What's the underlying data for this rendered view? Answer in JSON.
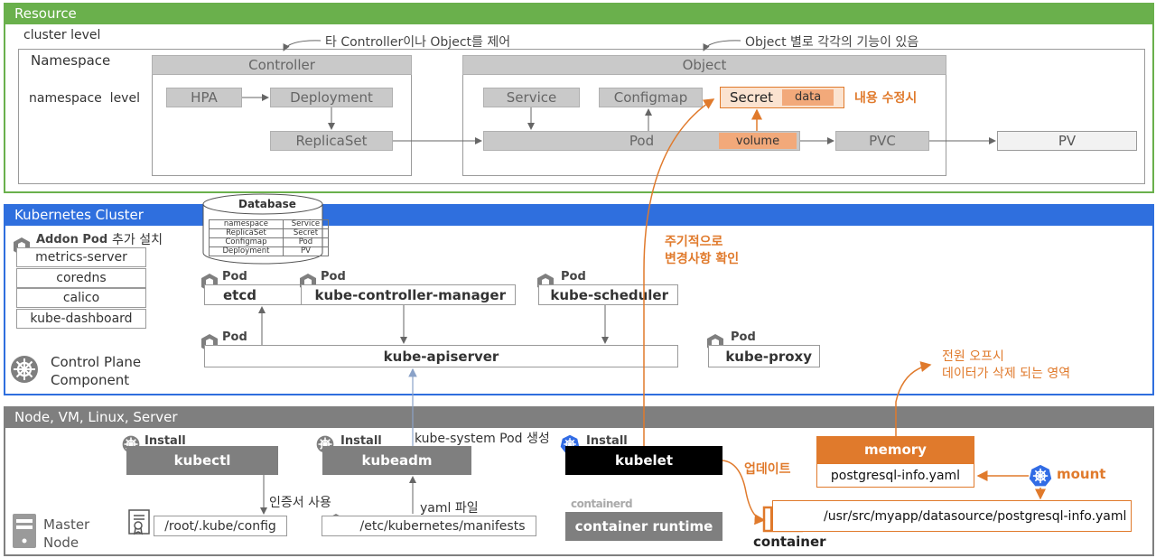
{
  "resource": {
    "title": "Resource",
    "cluster_level": "cluster level",
    "namespace": "Namespace",
    "namespace_level": "namespace  level",
    "note_controller": "타 Controller이나 Object를 제어",
    "note_object": "Object 별로 각각의 기능이 있음",
    "controller": {
      "title": "Controller",
      "hpa": "HPA",
      "deployment": "Deployment",
      "replicaset": "ReplicaSet"
    },
    "object": {
      "title": "Object",
      "service": "Service",
      "configmap": "Configmap",
      "secret": "Secret",
      "data": "data",
      "pod": "Pod",
      "volume": "volume",
      "pvc": "PVC"
    },
    "pv": "PV",
    "edit_note": "내용 수정시"
  },
  "cluster": {
    "title": "Kubernetes Cluster",
    "database": {
      "title": "Database",
      "rows": [
        [
          "namespace",
          "Service"
        ],
        [
          "ReplicaSet",
          "Secret"
        ],
        [
          "Configmap",
          "Pod"
        ],
        [
          "Deployment",
          "PV"
        ]
      ]
    },
    "addon": {
      "label": "Addon Pod",
      "note": "추가 설치",
      "items": [
        "metrics-server",
        "coredns",
        "calico",
        "kube-dashboard"
      ]
    },
    "pod_label": "Pod",
    "etcd": "etcd",
    "controller_manager": "kube-controller-manager",
    "scheduler": "kube-scheduler",
    "apiserver": "kube-apiserver",
    "proxy": "kube-proxy",
    "control_plane": "Control Plane\nComponent",
    "periodic_note": "주기적으로\n변경사항 확인"
  },
  "node": {
    "title": "Node, VM, Linux, Server",
    "install_label": "Install",
    "kubectl": "kubectl",
    "kubeadm": "kubeadm",
    "kubelet": "kubelet",
    "kube_system_note": "kube-system Pod 생성",
    "cert_note": "인증서 사용",
    "yaml_note": "yaml 파일",
    "kube_config": "/root/.kube/config",
    "manifests": "/etc/kubernetes/manifests",
    "containerd_logo": "containerd",
    "container_runtime": "container runtime",
    "update_note": "업데이트",
    "container": "container",
    "power_note": "전원 오프시\n데이터가 삭제 되는 영역",
    "memory": "memory",
    "memory_file": "postgresql-info.yaml",
    "mount": "mount",
    "container_path": "/usr/src/myapp/datasource/postgresql-info.yaml",
    "master_node": "Master\nNode"
  },
  "colors": {
    "resource": "#6ab04c",
    "cluster": "#2f6fde",
    "node": "#7f7f7f",
    "accent": "#e07a2c",
    "kube_blue": "#326ce5"
  }
}
